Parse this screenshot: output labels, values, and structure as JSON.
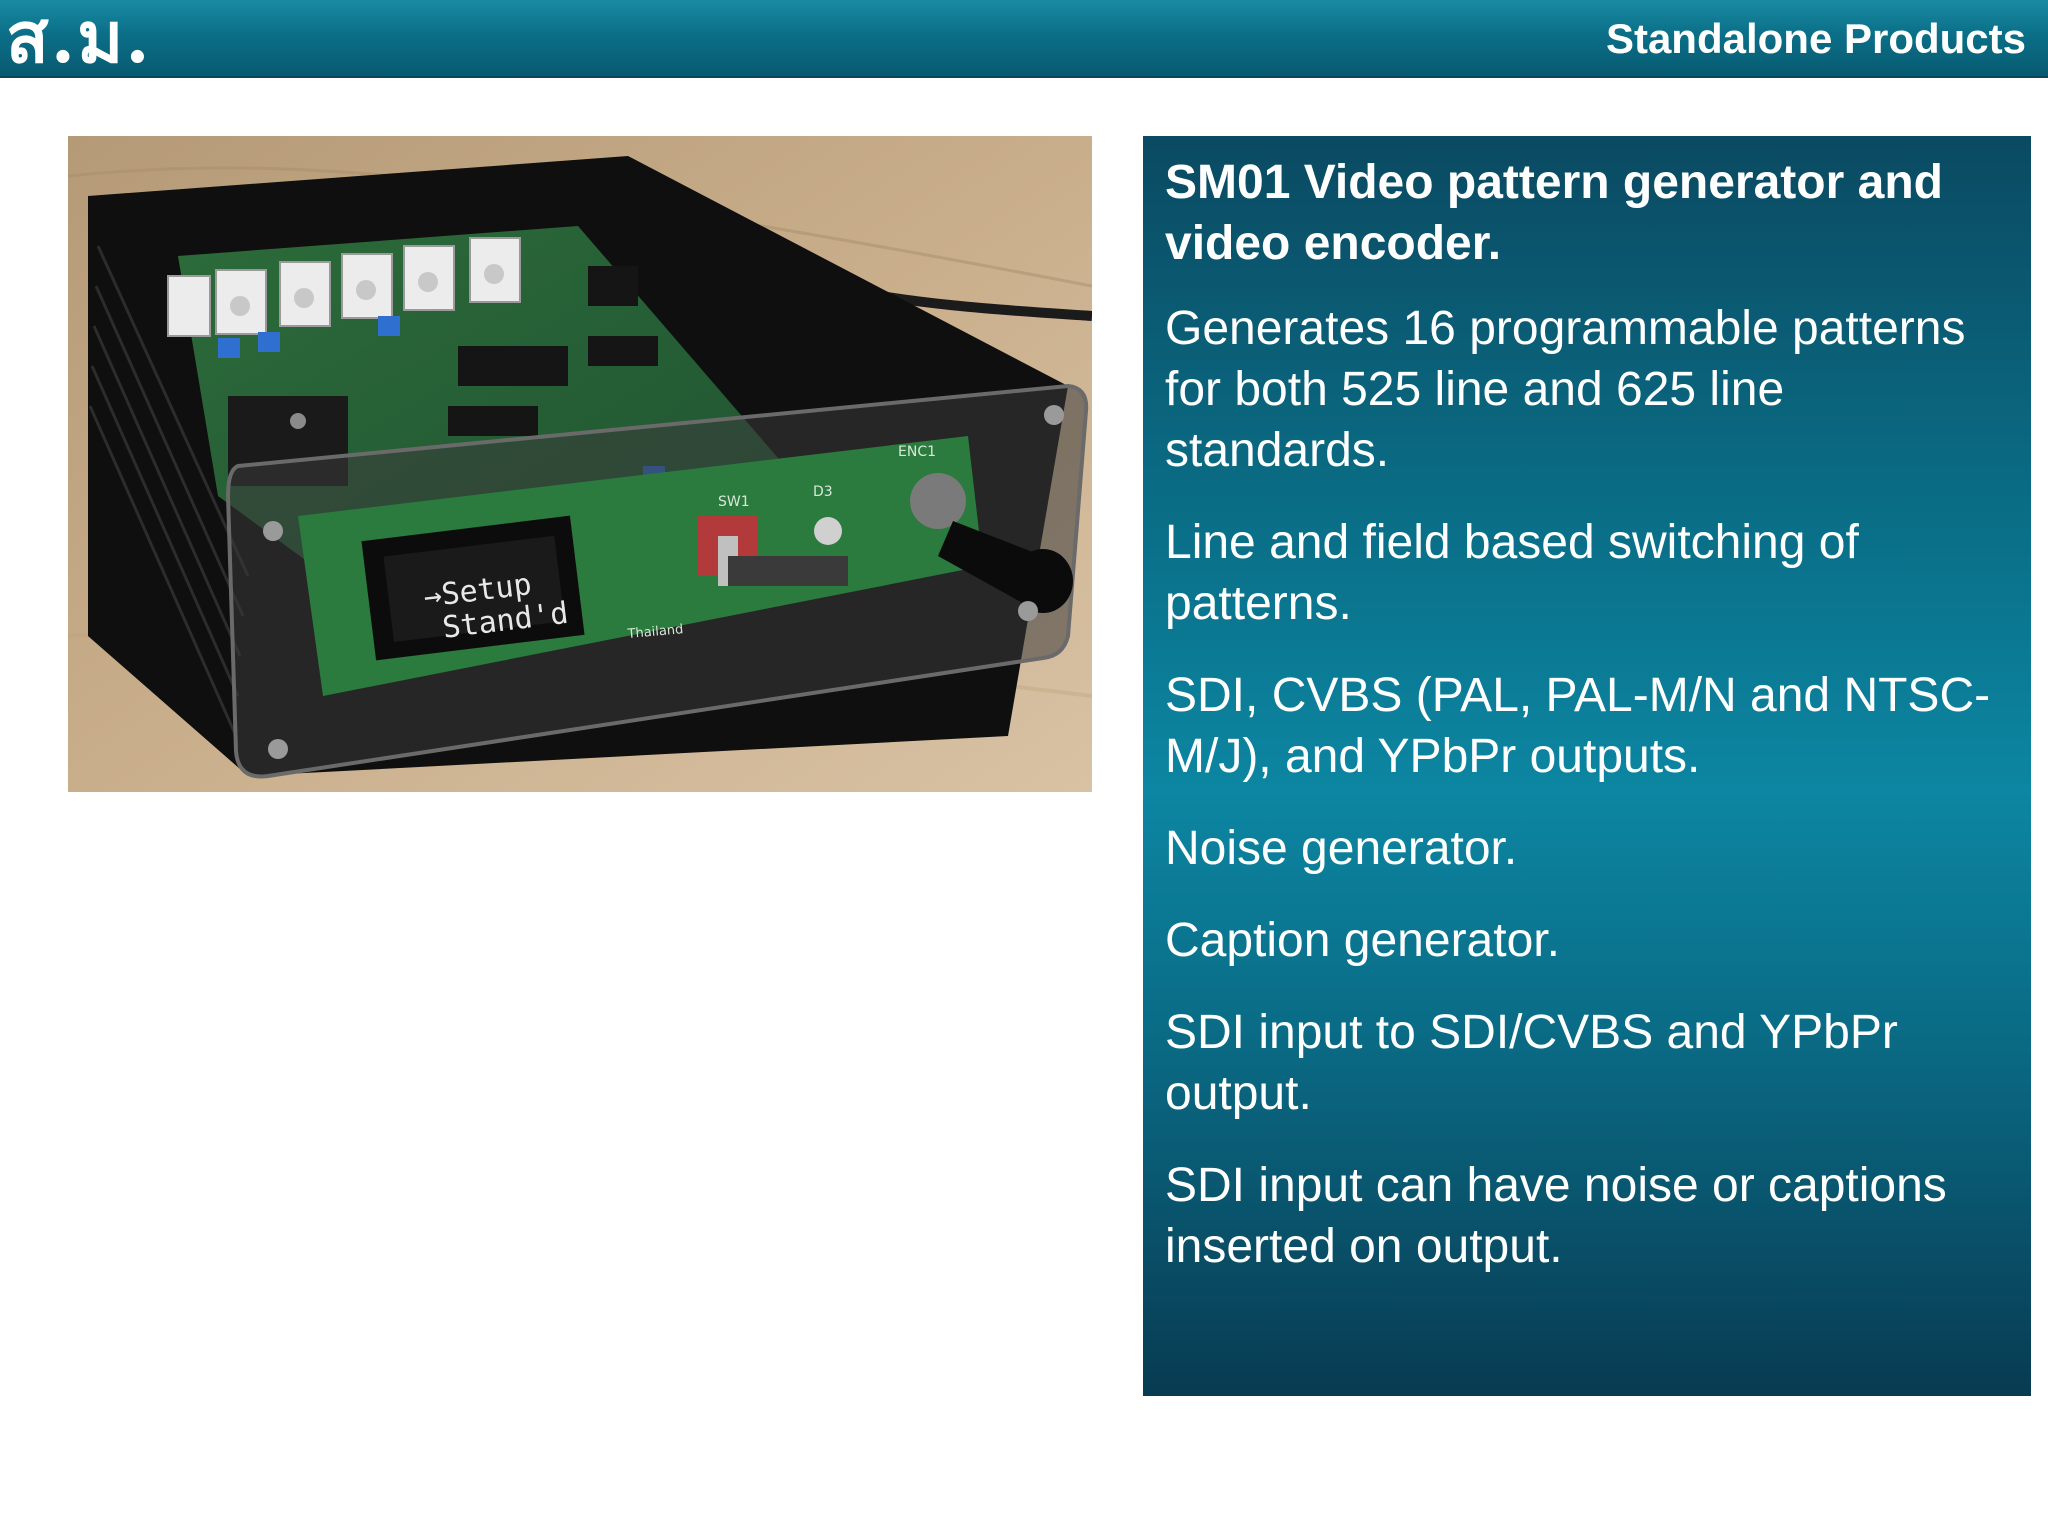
{
  "header": {
    "logo_text": "ส.ม.",
    "title": "Standalone Products"
  },
  "photo": {
    "display_text": "→Setup\nStand'd",
    "labels": {
      "sw": "SW1",
      "led": "D3",
      "enc": "ENC1",
      "board_text": "Thailand"
    }
  },
  "panel": {
    "heading": "SM01 Video pattern generator and video encoder.",
    "paragraphs": [
      "Generates 16 programmable patterns for both 525 line and 625 line standards.",
      "Line and field based switching of patterns.",
      "SDI, CVBS (PAL, PAL-M/N and NTSC-M/J), and YPbPr outputs.",
      "Noise generator.",
      "Caption generator.",
      "SDI input to SDI/CVBS and YPbPr output.",
      "SDI input can have noise or captions inserted on output."
    ]
  },
  "colors": {
    "header": "#0b6f88",
    "panel_top": "#0a4a62",
    "panel_mid": "#0c86a2",
    "panel_bottom": "#083b52",
    "text": "#ffffff"
  }
}
